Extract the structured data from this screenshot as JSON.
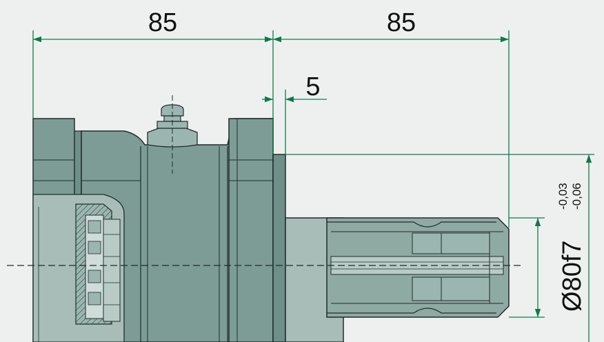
{
  "dimensions": {
    "left_width": "85",
    "right_width": "85",
    "shoulder_offset": "5",
    "diameter": "Ø80f7",
    "tol_upper": "-0,03",
    "tol_lower": "-0,06"
  },
  "colors": {
    "background": "#eef0ef",
    "body_fill": "#7d9c96",
    "body_fill_light": "#9bb6b0",
    "body_fill_dark": "#5f7f79",
    "shaft_fill": "#a8bdb8",
    "spline_fill": "#8fa9a3",
    "outline": "#1f2b2a",
    "dimension_line": "#0e7a4a",
    "centerline": "#1f2b2a"
  }
}
